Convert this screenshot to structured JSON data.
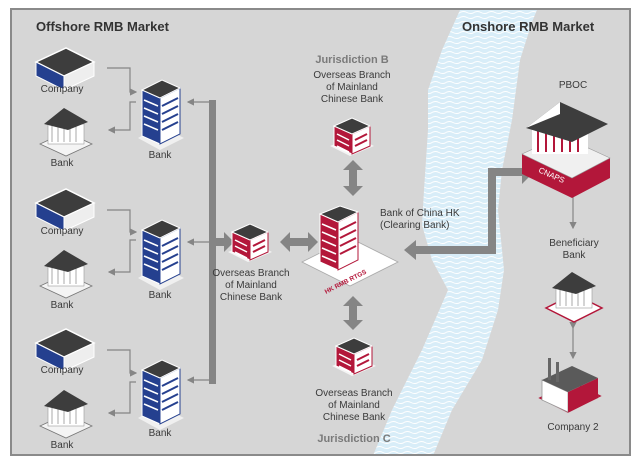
{
  "diagram": {
    "offshore_title": "Offshore RMB Market",
    "onshore_title": "Onshore RMB Market",
    "colors": {
      "background": "#d6d6d6",
      "river": "#d4ebf7",
      "offshore_blue": "#25408f",
      "mainland_red": "#b3173a",
      "arrow_gray": "#858585",
      "roof_dark": "#3d3d3d"
    },
    "offshore_groups": [
      {
        "company_label": "Company",
        "client_bank_label": "Bank",
        "bank_label": "Bank"
      },
      {
        "company_label": "Company",
        "client_bank_label": "Bank",
        "bank_label": "Bank"
      },
      {
        "company_label": "Company",
        "client_bank_label": "Bank",
        "bank_label": "Bank"
      }
    ],
    "overseas_branch_a": {
      "label_lines": [
        "Overseas Branch",
        "of Mainland",
        "Chinese Bank"
      ]
    },
    "jurisdiction_b": {
      "title": "Jurisdiction B",
      "label_lines": [
        "Overseas Branch",
        "of Mainland",
        "Chinese Bank"
      ]
    },
    "jurisdiction_c": {
      "title": "Jurisdiction C",
      "label_lines": [
        "Overseas Branch",
        "of Mainland",
        "Chinese Bank"
      ]
    },
    "clearing_bank": {
      "label_lines": [
        "Bank of China HK",
        "(Clearing Bank)"
      ],
      "platform_label": "HK RMB RTGS"
    },
    "pboc": {
      "title": "PBOC",
      "base_label": "CNAPS"
    },
    "beneficiary_bank": {
      "label_lines": [
        "Beneficiary",
        "Bank"
      ]
    },
    "company_2": {
      "label": "Company 2"
    }
  }
}
